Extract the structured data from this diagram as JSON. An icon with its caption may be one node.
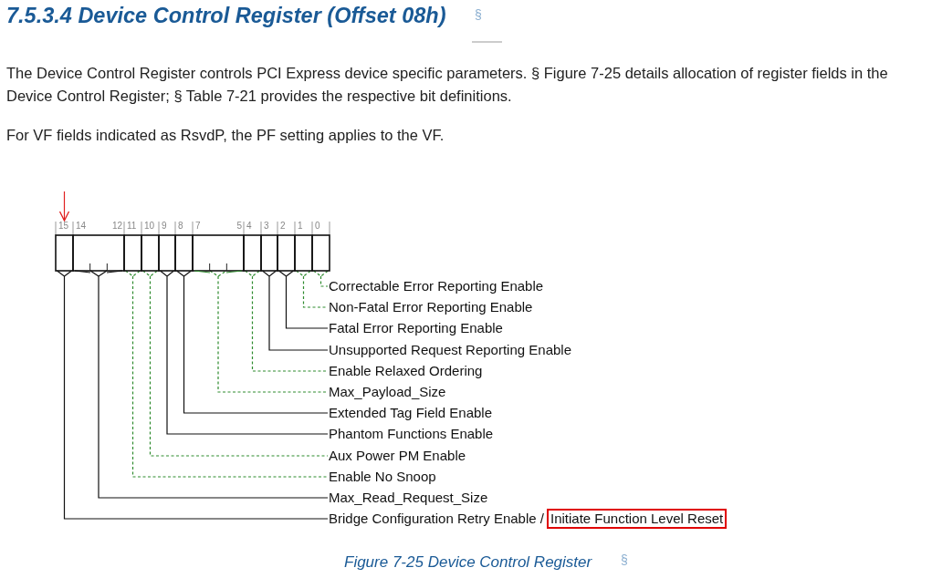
{
  "diagram": {
    "title": "7.5.3.4 Device Control Register (Offset 08h)",
    "caption": "Figure 7-25 Device Control Register",
    "nodes": [
      {
        "text": [],
        "shape": "box",
        "beside": [
          "15"
        ]
      },
      {
        "text": [],
        "shape": "box",
        "beside": [
          "14",
          "12"
        ]
      },
      {
        "text": [],
        "shape": "box",
        "beside": [
          "11"
        ]
      },
      {
        "text": [],
        "shape": "box",
        "beside": [
          "10"
        ]
      },
      {
        "text": [],
        "shape": "box",
        "beside": [
          "9"
        ]
      },
      {
        "text": [],
        "shape": "box",
        "beside": [
          "8"
        ]
      },
      {
        "text": [],
        "shape": "box",
        "beside": [
          "7",
          "5"
        ]
      },
      {
        "text": [],
        "shape": "box",
        "beside": [
          "4"
        ]
      },
      {
        "text": [],
        "shape": "box",
        "beside": [
          "3"
        ]
      },
      {
        "text": [],
        "shape": "box",
        "beside": [
          "2"
        ]
      },
      {
        "text": [],
        "shape": "box",
        "beside": [
          "1"
        ]
      },
      {
        "text": [],
        "shape": "box",
        "beside": [
          "0"
        ]
      },
      {
        "text": [
          "Correctable Error Reporting Enable"
        ]
      },
      {
        "text": [
          "Non-Fatal Error Reporting Enable"
        ]
      },
      {
        "text": [
          "Fatal Error Reporting Enable"
        ]
      },
      {
        "text": [
          "Unsupported Request Reporting Enable"
        ]
      },
      {
        "text": [
          "Enable Relaxed Ordering"
        ]
      },
      {
        "text": [
          "Max_Payload_Size"
        ]
      },
      {
        "text": [
          "Extended Tag Field Enable"
        ]
      },
      {
        "text": [
          "Phantom Functions Enable"
        ]
      },
      {
        "text": [
          "Aux Power PM Enable"
        ]
      },
      {
        "text": [
          "Enable No Snoop"
        ]
      },
      {
        "text": [
          "Max_Read_Request_Size"
        ]
      },
      {
        "text": [
          "Bridge Configuration Retry Enable /"
        ]
      },
      {
        "text": [
          "Initiate Function Level Reset"
        ]
      }
    ],
    "edges": [
      {
        "from": 11,
        "to": 12,
        "arrow": "other",
        "style": "dashed",
        "color": "#2e8b2e"
      },
      {
        "from": 10,
        "to": 13,
        "arrow": "other",
        "style": "dashed",
        "color": "#2e8b2e"
      },
      {
        "from": 9,
        "to": 14,
        "arrow": "other",
        "color": "#111111"
      },
      {
        "from": 8,
        "to": 15,
        "arrow": "other",
        "color": "#111111"
      },
      {
        "from": 7,
        "to": 16,
        "arrow": "other",
        "style": "dashed",
        "color": "#2e8b2e"
      },
      {
        "from": 6,
        "to": 17,
        "arrow": "other",
        "style": "dashed",
        "color": "#2e8b2e"
      },
      {
        "from": 5,
        "to": 18,
        "arrow": "other",
        "color": "#111111"
      },
      {
        "from": 4,
        "to": 19,
        "arrow": "other",
        "color": "#111111"
      },
      {
        "from": 3,
        "to": 20,
        "arrow": "other",
        "style": "dashed",
        "color": "#2e8b2e"
      },
      {
        "from": 2,
        "to": 21,
        "arrow": "other",
        "style": "dashed",
        "color": "#2e8b2e"
      },
      {
        "from": 1,
        "to": 22,
        "arrow": "other",
        "color": "#111111"
      },
      {
        "from": 0,
        "to": 23,
        "arrow": "other",
        "color": "#111111"
      },
      {
        "from": null,
        "to": 0,
        "arrow": "to",
        "color": "#e02020"
      }
    ],
    "labels": [
      "§",
      "The Device Control Register controls PCI Express device specific parameters. § Figure 7-25 details allocation of register fields in the Device Control Register; § Table 7-21 provides the respective bit definitions.",
      "For VF fields indicated as RsvdP, the PF setting applies to the VF.",
      "§"
    ]
  }
}
